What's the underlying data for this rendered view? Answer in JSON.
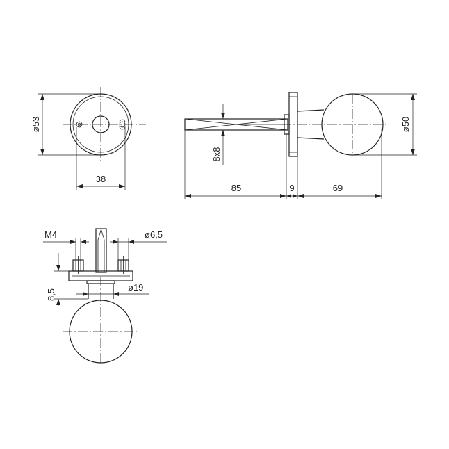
{
  "dimensions": {
    "rose_diameter": "ø53",
    "rose_hole_spacing": "38",
    "spindle_square": "8x8",
    "spindle_length": "85",
    "rose_thickness": "9",
    "knob_projection": "69",
    "knob_diameter": "ø50",
    "screw_thread": "M4",
    "screw_post_diameter": "ø6,5",
    "neck_diameter": "ø19",
    "neck_height": "8,5"
  }
}
